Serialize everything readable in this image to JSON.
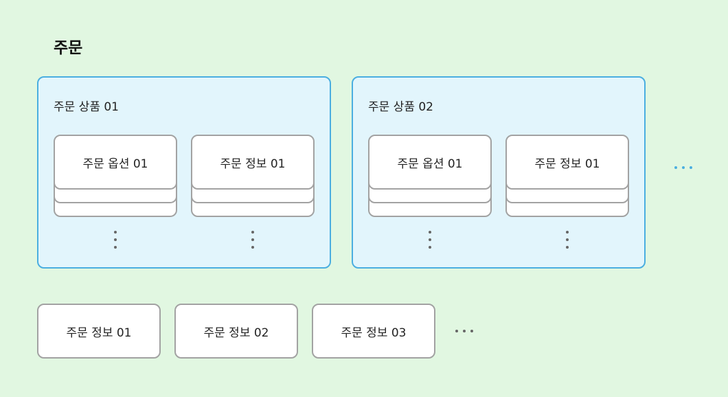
{
  "page": {
    "title": "주문"
  },
  "products": [
    {
      "title": "주문 상품 01",
      "option_label": "주문 옵션 01",
      "info_label": "주문 정보 01"
    },
    {
      "title": "주문 상품 02",
      "option_label": "주문 옵션 01",
      "info_label": "주문 정보 01"
    }
  ],
  "order_infos": [
    {
      "label": "주문 정보 01"
    },
    {
      "label": "주문 정보 02"
    },
    {
      "label": "주문 정보 03"
    }
  ],
  "colors": {
    "background": "#e1f7e1",
    "group_fill": "#e2f5fc",
    "group_border": "#4aaee0",
    "box_border": "#a2a2a2",
    "dots": "#666666",
    "accent_dots": "#4aaee0"
  }
}
